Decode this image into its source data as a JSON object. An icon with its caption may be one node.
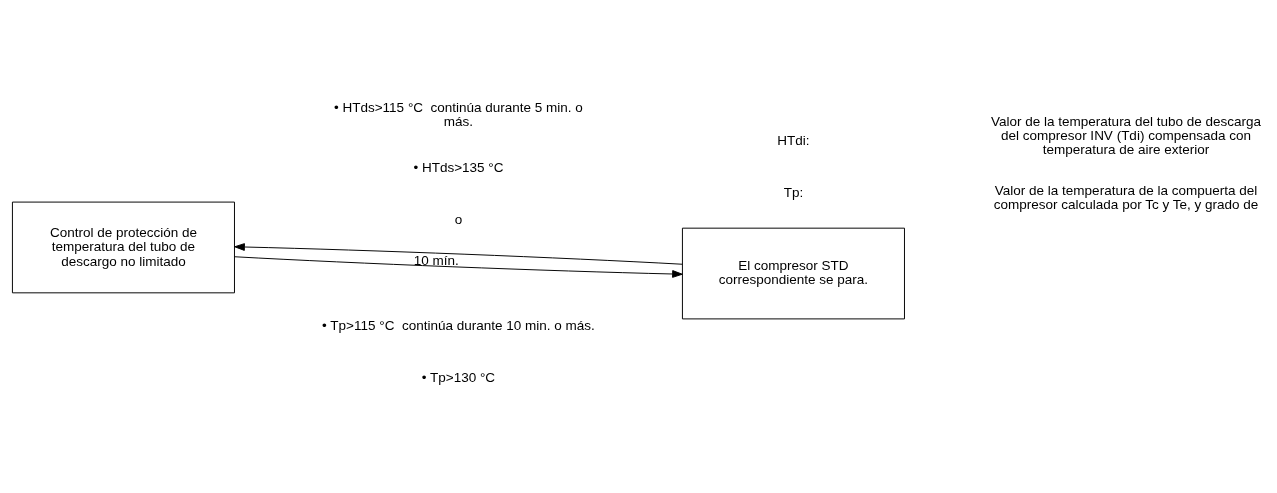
{
  "diagram": {
    "nodes": [
      {
        "text": [
          "Control de protección de temperatura del tubo de descargo no limitado"
        ]
      },
      {
        "text": [
          "El compresor STD correspondiente se para."
        ]
      }
    ],
    "edges": [
      {
        "from": 0,
        "to": 1,
        "arrow": "to"
      },
      {
        "from": 1,
        "to": 0,
        "arrow": "to",
        "label": "10 mín."
      }
    ],
    "labels": [
      "HTdi:",
      "Valor de la temperatura del tubo de descarga del compresor INV (Tdi) compensada con temperatura de aire exterior",
      "Tp:",
      "Valor de la temperatura de la compuerta del compresor calculada por Tc y Te, y grado de",
      "o",
      "• HTds>115 °C  continúa durante 5 min. o más.",
      "• HTds>135 °C",
      "• Tp>115 °C  continúa durante 10 min. o más.",
      "• Tp>130 °C"
    ]
  }
}
